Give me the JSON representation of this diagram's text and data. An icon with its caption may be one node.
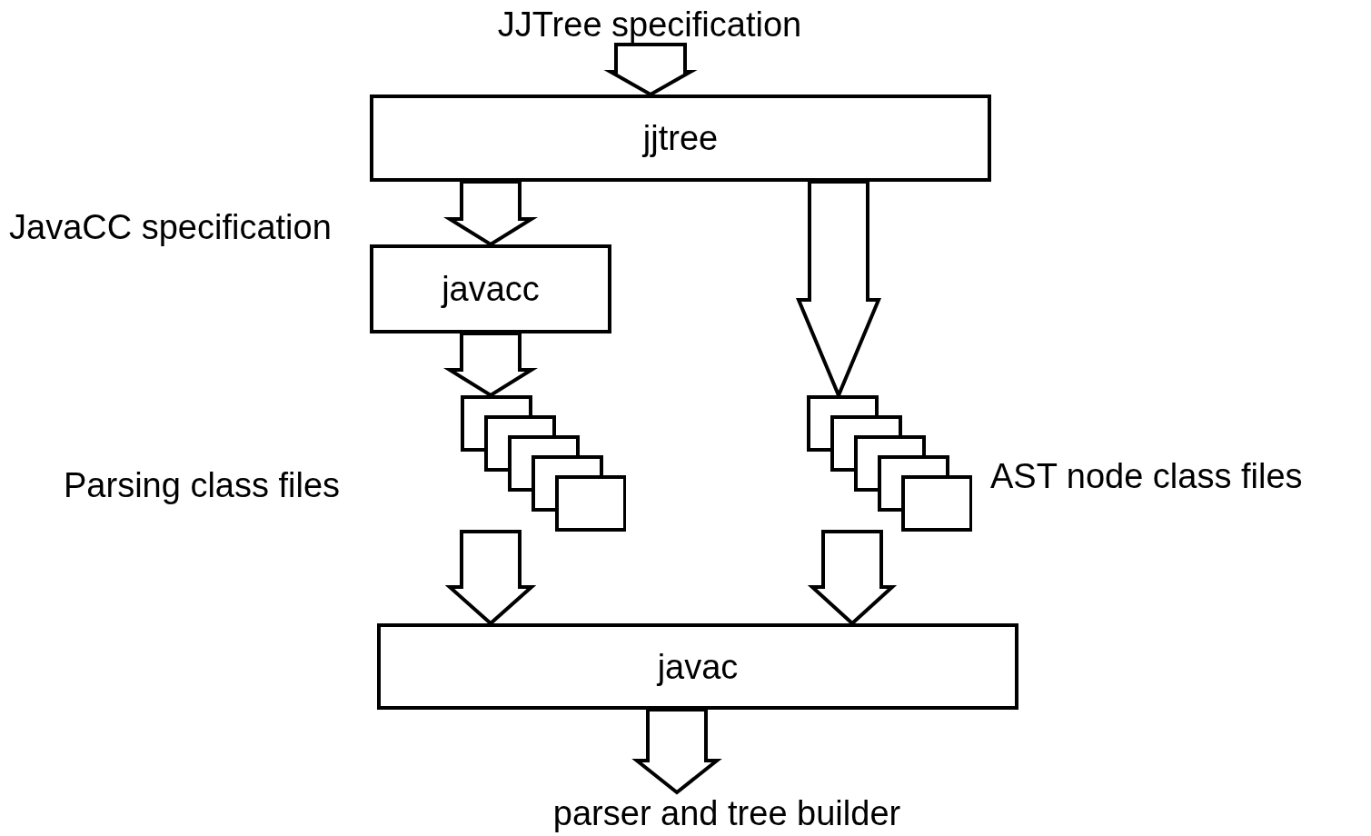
{
  "diagram": {
    "nodes": [
      {
        "text": [
          "JJTree specification"
        ]
      },
      {
        "text": [
          "jjtree"
        ]
      },
      {
        "text": [
          "javacc"
        ],
        "beside": [
          "JavaCC specification"
        ]
      },
      {
        "text": [],
        "shape": "files",
        "beside": [
          "Parsing class files"
        ]
      },
      {
        "text": [],
        "shape": "files",
        "beside": [
          "AST node class files"
        ]
      },
      {
        "text": [
          "javac"
        ]
      },
      {
        "text": [
          "parser and tree builder"
        ]
      }
    ],
    "edges": [
      {
        "from": 0,
        "to": 1,
        "arrow": "to"
      },
      {
        "from": 1,
        "to": 2,
        "arrow": "to"
      },
      {
        "from": 2,
        "to": 3,
        "arrow": "to"
      },
      {
        "from": 1,
        "to": 4,
        "arrow": "to"
      },
      {
        "from": 3,
        "to": 5,
        "arrow": "to"
      },
      {
        "from": 4,
        "to": 5,
        "arrow": "to"
      },
      {
        "from": 5,
        "to": 6,
        "arrow": "to"
      }
    ]
  }
}
